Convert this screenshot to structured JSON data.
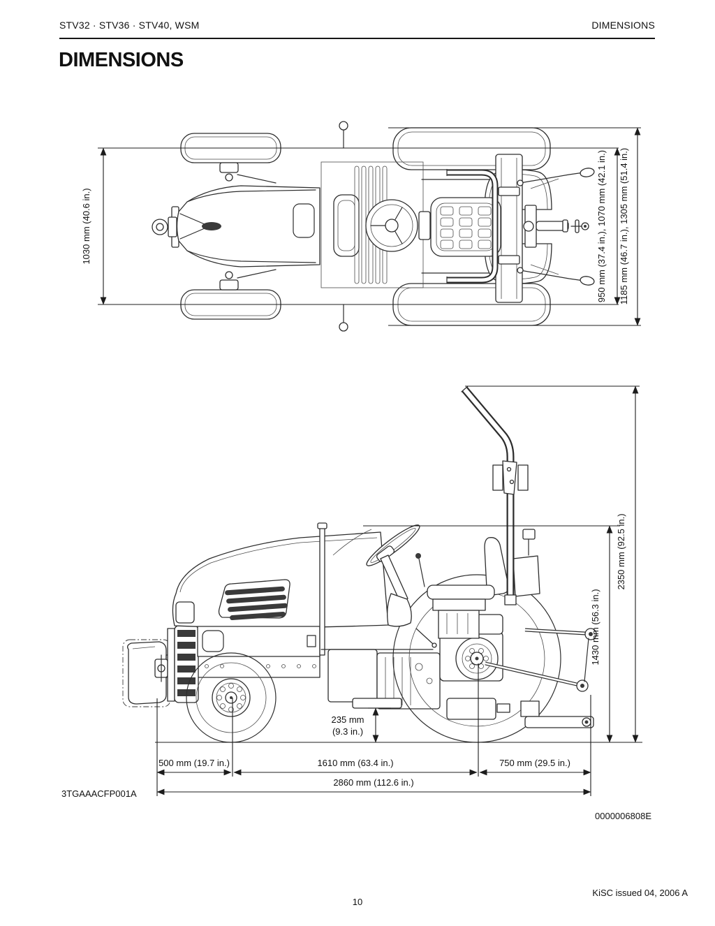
{
  "header": {
    "model_line": "STV32 · STV36 · STV40, WSM",
    "section": "DIMENSIONS"
  },
  "title": "DIMENSIONS",
  "figure": {
    "drawing_code": "3TGAAACFP001A",
    "doc_number": "0000006808E"
  },
  "footer": {
    "issue": "KiSC issued 04, 2006 A",
    "page_number": "10"
  },
  "top_view": {
    "front_tread": "1030 mm (40.6 in.)",
    "rear_tread": "950 mm (37.4 in.), 1070 mm (42.1 in.)",
    "overall_width": "1185 mm (46.7 in.), 1305 mm (51.4 in.)"
  },
  "side_view": {
    "overall_height": "2350 mm (92.5 in.)",
    "steering_wheel_height": "1430 mm (56.3 in.)",
    "ground_clearance_line1": "235 mm",
    "ground_clearance_line2": "(9.3 in.)",
    "front_overhang": "500 mm (19.7 in.)",
    "wheelbase": "1610 mm (63.4 in.)",
    "rear_overhang": "750 mm (29.5 in.)",
    "overall_length": "2860 mm (112.6 in.)"
  }
}
